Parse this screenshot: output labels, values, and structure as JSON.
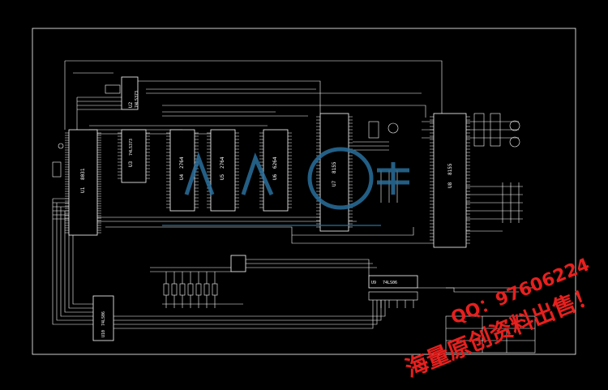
{
  "colors": {
    "background": "#000000",
    "wire": "#ffffff",
    "watermark_logo": "#2a6f9c",
    "watermark_text": "#e6201e"
  },
  "chips": {
    "u1": "U1",
    "u1_part": "8031",
    "u2": "U2",
    "u2_part": "74LS373",
    "u3": "U3",
    "u3_part": "74LS373",
    "u4": "U4",
    "u4_part": "2764",
    "u5": "U5",
    "u5_part": "2764",
    "u6": "U6",
    "u6_part": "6264",
    "u7": "U7",
    "u7_part": "8155",
    "u8": "U8",
    "u8_part": "8155",
    "u9": "U9",
    "u9_part": "74LS06",
    "u10": "U10",
    "u10_part": "74LS06"
  },
  "watermark": {
    "qq": "QQ：97606224",
    "slogan": "海量原创资料出售！"
  }
}
